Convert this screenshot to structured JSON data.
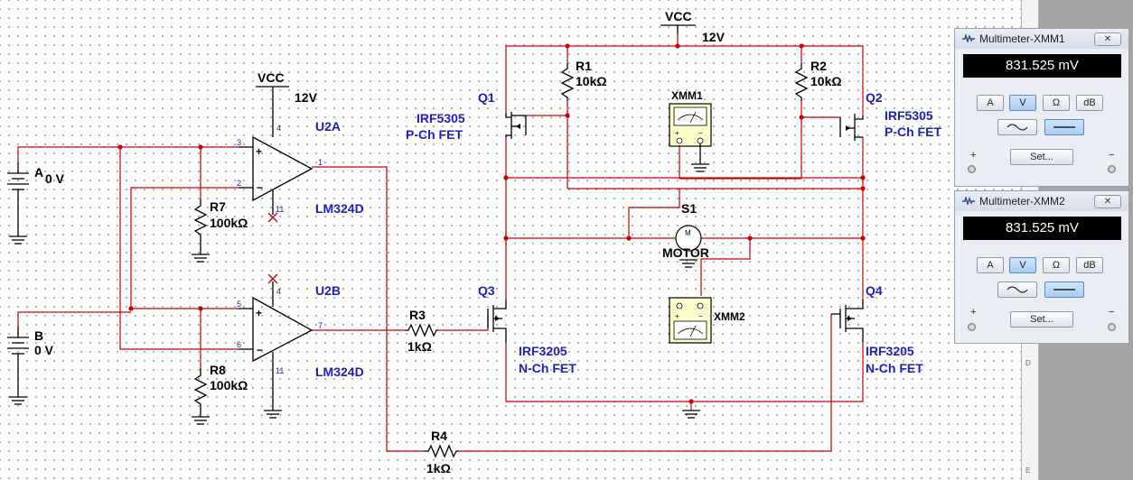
{
  "schematic": {
    "vcc_left": {
      "name": "VCC",
      "voltage": "12V"
    },
    "vcc_top": {
      "name": "VCC",
      "voltage": "12V"
    },
    "source_a": {
      "name": "A",
      "value": "0 V"
    },
    "source_b": {
      "name": "B",
      "value": "0 V"
    },
    "u2a": {
      "ref": "U2A",
      "part": "LM324D",
      "pins": [
        "3",
        "2",
        "1",
        "4",
        "11"
      ]
    },
    "u2b": {
      "ref": "U2B",
      "part": "LM324D",
      "pins": [
        "5",
        "6",
        "7",
        "4",
        "11"
      ]
    },
    "r7": {
      "ref": "R7",
      "value": "100kΩ"
    },
    "r8": {
      "ref": "R8",
      "value": "100kΩ"
    },
    "r1": {
      "ref": "R1",
      "value": "10kΩ"
    },
    "r2": {
      "ref": "R2",
      "value": "10kΩ"
    },
    "r3": {
      "ref": "R3",
      "value": "1kΩ"
    },
    "r4": {
      "ref": "R4",
      "value": "1kΩ"
    },
    "q1": {
      "ref": "Q1",
      "part": "IRF5305",
      "type": "P-Ch FET"
    },
    "q2": {
      "ref": "Q2",
      "part": "IRF5305",
      "type": "P-Ch FET"
    },
    "q3": {
      "ref": "Q3",
      "part": "IRF3205",
      "type": "N-Ch FET"
    },
    "q4": {
      "ref": "Q4",
      "part": "IRF3205",
      "type": "N-Ch FET"
    },
    "xmm1": {
      "ref": "XMM1"
    },
    "xmm2": {
      "ref": "XMM2"
    },
    "s1": {
      "ref": "S1"
    },
    "motor": {
      "ref": "MOTOR",
      "symbol": "M"
    },
    "ruler_marks": [
      "D",
      "E"
    ]
  },
  "multimeters": [
    {
      "title": "Multimeter-XMM1",
      "reading": "831.525 mV",
      "buttons": [
        "A",
        "V",
        "Ω",
        "dB"
      ],
      "selected_button": "V",
      "selected_mode": "dc",
      "set_label": "Set...",
      "plus": "+",
      "minus": "−"
    },
    {
      "title": "Multimeter-XMM2",
      "reading": "831.525 mV",
      "buttons": [
        "A",
        "V",
        "Ω",
        "dB"
      ],
      "selected_button": "V",
      "selected_mode": "dc",
      "set_label": "Set...",
      "plus": "+",
      "minus": "−"
    }
  ],
  "colors": {
    "wire": "#cc0000",
    "component": "#000000",
    "label_blue": "#1f1fbf"
  }
}
